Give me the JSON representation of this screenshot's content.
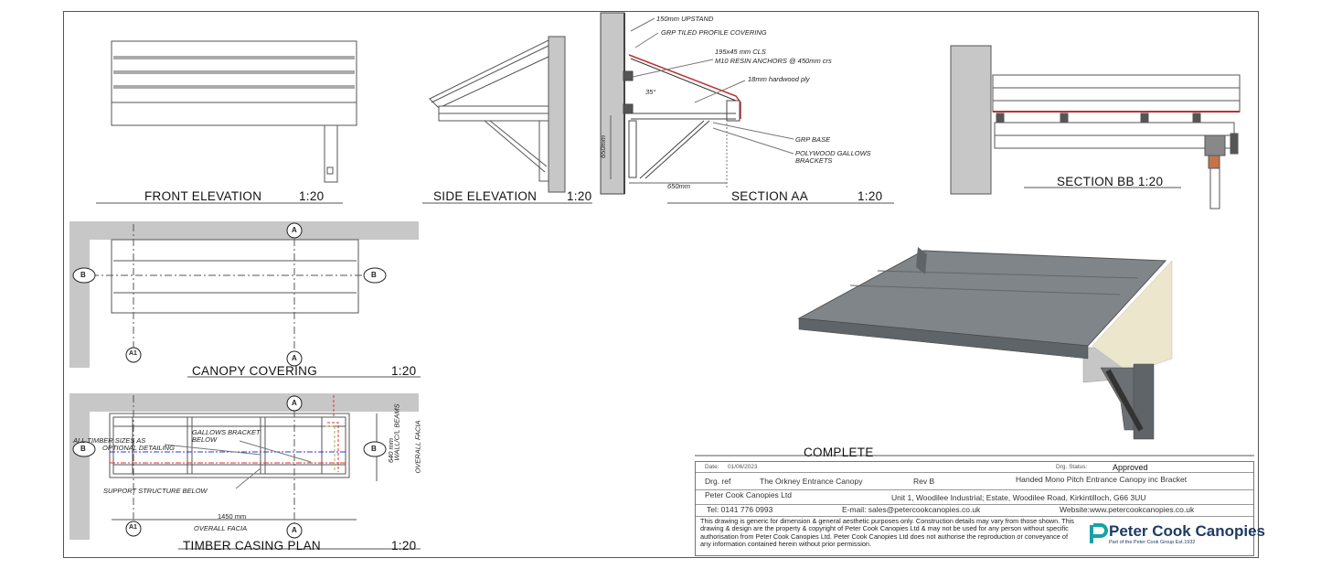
{
  "views": {
    "front_elevation": "FRONT ELEVATION",
    "front_scale": "1:20",
    "side_elevation": "SIDE ELEVATION",
    "side_scale": "1:20",
    "section_aa": "SECTION AA",
    "section_aa_scale": "1:20",
    "section_bb": "SECTION BB 1:20",
    "canopy_covering": "CANOPY COVERING",
    "canopy_scale": "1:20",
    "timber_casing_plan": "TIMBER CASING PLAN",
    "timber_scale": "1:20",
    "complete": "COMPLETE"
  },
  "section_notes": {
    "upstand": "150mm UPSTAND",
    "grp_covering": "GRP TILED PROFILE COVERING",
    "cls": "195x45 mm CLS",
    "anchors": "M10 RESIN ANCHORS @ 450mm crs",
    "ply": "18mm hardwood ply",
    "angle": "35°",
    "grp_base": "GRP BASE",
    "brackets_1": "POLYWOOD GALLOWS",
    "brackets_2": "BRACKETS",
    "dim_height": "650mm",
    "dim_width": "650mm"
  },
  "plan_notes": {
    "timber_sizes_1": "ALL TIMBER SIZES AS",
    "timber_sizes_2": "OPTIONAL DETAILING",
    "gallows_1": "GALLOWS BRACKET",
    "gallows_2": "BELOW",
    "support": "SUPPORT STRUCTURE BELOW",
    "wall_beams": "WALL/C/L BEAMS",
    "dim_640": "640 mm",
    "overall_facia_v": "OVERALL FACIA",
    "dim_1450": "1450 mm",
    "overall_facia_h": "OVERALL FACIA"
  },
  "markers": {
    "a": "A",
    "b": "B",
    "a1": "A1"
  },
  "title_block": {
    "date_label": "Date:",
    "date": "01/06/2023",
    "status_label": "Drg. Status:",
    "status": "Approved",
    "drg_ref_label": "Drg. ref",
    "drg_ref": "The Orkney Entrance Canopy",
    "rev": "Rev B",
    "description": "Handed Mono Pitch Entrance Canopy inc Bracket",
    "company": "Peter Cook Canopies Ltd",
    "address": "Unit 1, Woodilee Industrial; Estate, Woodilee Road, Kirkintilloch, G66 3UU",
    "tel": "Tel: 0141 776 0993",
    "email": "E-mail: sales@petercookcanopies.co.uk",
    "website": "Website:www.petercookcanopies.co.uk",
    "disclaimer": "This drawing is generic for dimension & general aesthetic purposes only. Construction details may vary from those shown.  This drawing & design are the property & copyright of Peter Cook Canopies Ltd & may not be used for any person without specific authorisation from Peter Cook Canopies Ltd.  Peter Cook Canopies Ltd does not authorise the reproduction or conveyance of any information contained herein without prior permission.",
    "brand": "Peter Cook Canopies",
    "brand_sub": "Part of the Peter Cook Group Est.1932"
  },
  "colors": {
    "canopy_grey": "#7f8589",
    "wall_grey": "#bdbdbd",
    "cladding": "#ece6cd",
    "brand": "#1d3b63",
    "accent": "#16a3a6"
  }
}
